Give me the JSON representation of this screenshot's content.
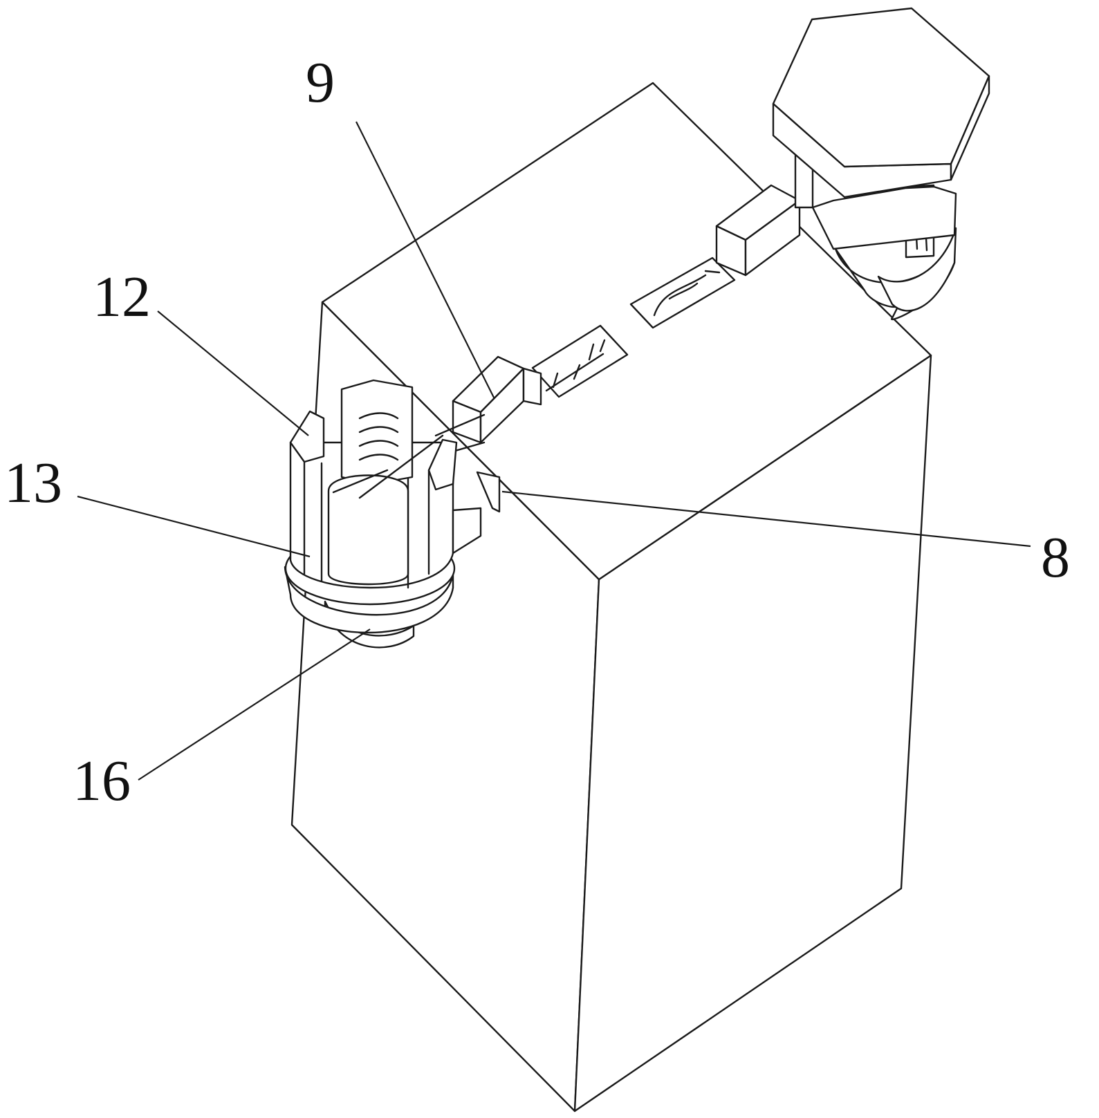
{
  "figure": {
    "line_color": "#1a1a1a",
    "background": "#ffffff",
    "labels": [
      {
        "id": "label-9",
        "text": "9"
      },
      {
        "id": "label-12",
        "text": "12"
      },
      {
        "id": "label-13",
        "text": "13"
      },
      {
        "id": "label-8",
        "text": "8"
      },
      {
        "id": "label-16",
        "text": "16"
      }
    ]
  }
}
